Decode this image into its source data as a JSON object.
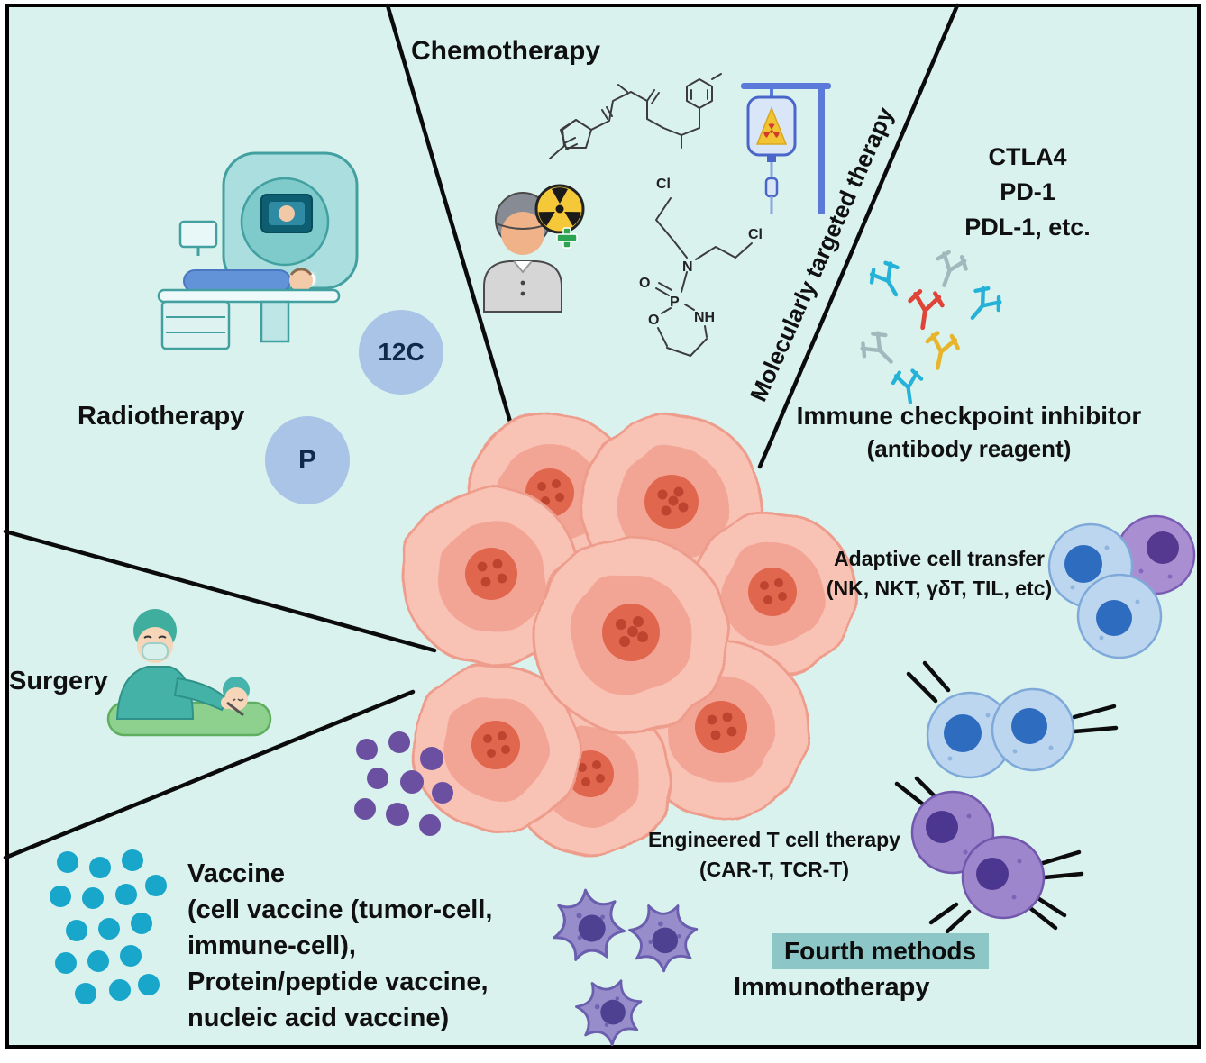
{
  "sections": {
    "chemotherapy": {
      "label": "Chemotherapy"
    },
    "radiotherapy": {
      "label": "Radiotherapy",
      "carbon_ion": "12C",
      "proton": "P"
    },
    "surgery": {
      "label": "Surgery"
    },
    "molecularly_targeted": {
      "label": "Molecularly targeted therapy"
    },
    "immune_checkpoint": {
      "targets": [
        "CTLA4",
        "PD-1",
        "PDL-1, etc."
      ],
      "caption_line1": "Immune checkpoint inhibitor",
      "caption_line2": "(antibody reagent)"
    },
    "adaptive_cell_transfer": {
      "caption_line1": "Adaptive cell transfer",
      "caption_line2": "(NK, NKT, γδT, TIL, etc)"
    },
    "vaccine": {
      "lines": [
        "Vaccine",
        "(cell vaccine (tumor-cell,",
        "immune-cell),",
        "Protein/peptide vaccine,",
        "nucleic acid vaccine)"
      ]
    },
    "engineered_t_cell": {
      "caption_line1": "Engineered T cell therapy",
      "caption_line2": "(CAR-T, TCR-T)"
    },
    "immunotherapy": {
      "badge": "Fourth methods",
      "label": "Immunotherapy"
    }
  },
  "chemical_structure": {
    "atoms": {
      "cl_top": "Cl",
      "cl_right": "Cl",
      "n": "N",
      "o_double_bond": "O",
      "p": "P",
      "nh": "NH",
      "o_ring": "O"
    }
  },
  "colors": {
    "background": "#d9f2ee",
    "border": "#000000",
    "tumor_cell_outer": "#f8c2b5",
    "tumor_cell_inner": "#f3a595",
    "tumor_nucleus": "#e0664e",
    "isotope_bubble": "#a9c4e6",
    "badge_highlight": "#8cc6c6",
    "vaccine_dot_teal": "#18a6cb",
    "vaccine_dot_purple": "#6b4fa1",
    "antibody_cyan": "#24b2d8",
    "antibody_red": "#e04438",
    "antibody_yellow": "#e6b52c",
    "antibody_gray": "#9fb9bd"
  }
}
